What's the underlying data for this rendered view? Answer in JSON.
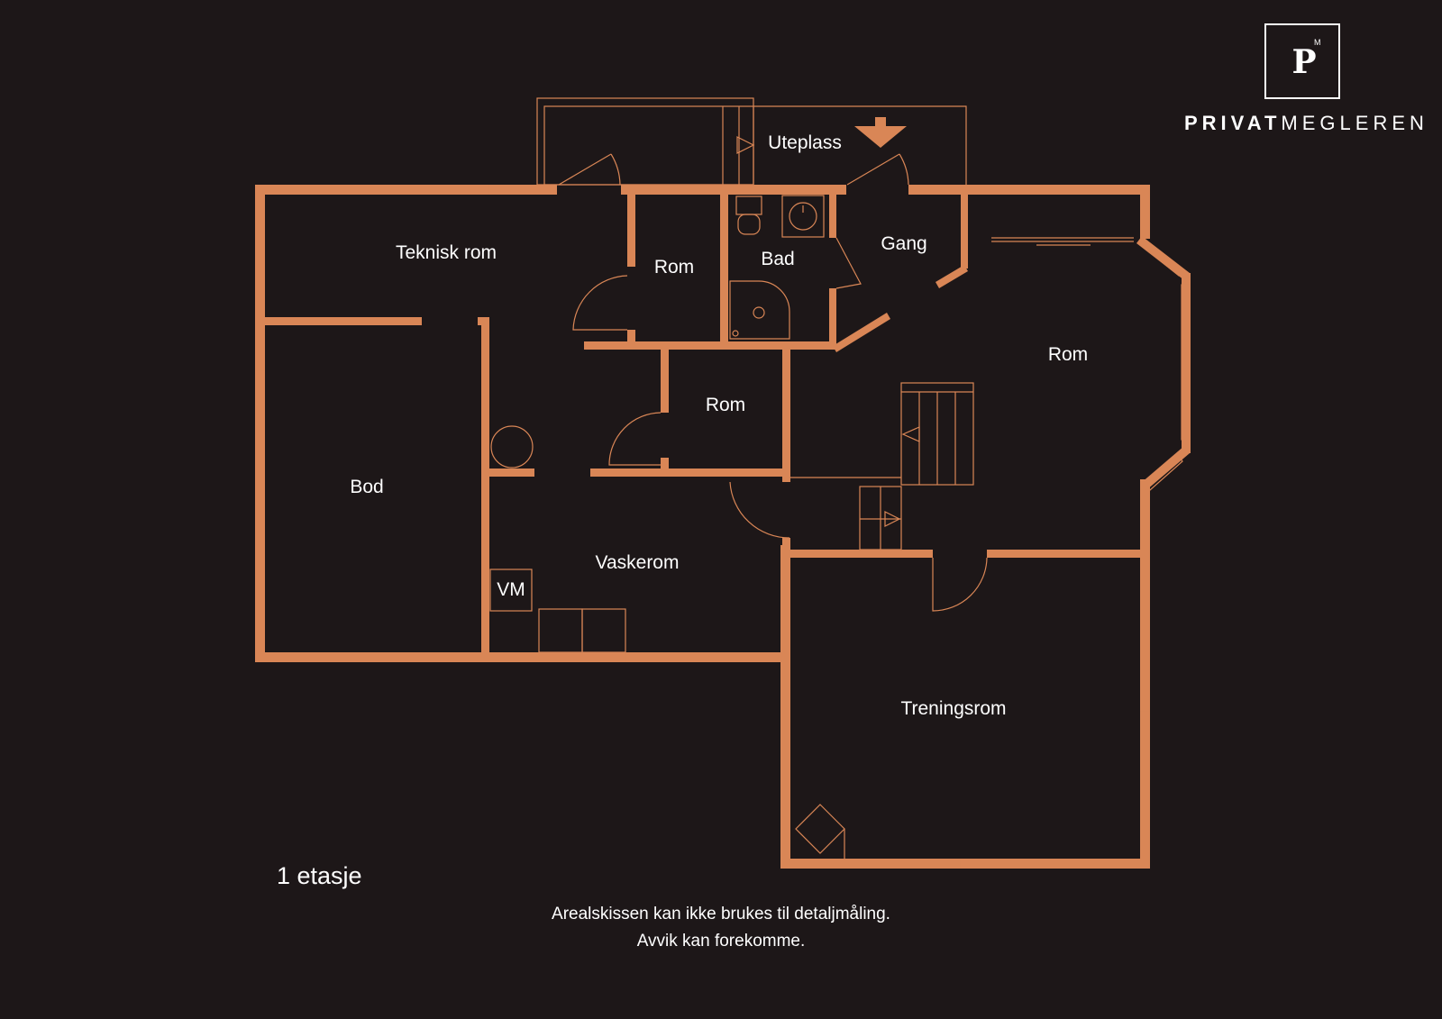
{
  "brand": {
    "logo_mark": "P",
    "logo_superscript": "M",
    "name_bold": "PRIVAT",
    "name_regular": "MEGLEREN"
  },
  "rooms": [
    {
      "id": "teknisk-rom",
      "label": "Teknisk rom"
    },
    {
      "id": "rom-1",
      "label": "Rom"
    },
    {
      "id": "bad",
      "label": "Bad"
    },
    {
      "id": "gang",
      "label": "Gang"
    },
    {
      "id": "uteplass",
      "label": "Uteplass"
    },
    {
      "id": "rom-2",
      "label": "Rom"
    },
    {
      "id": "rom-3",
      "label": "Rom"
    },
    {
      "id": "bod",
      "label": "Bod"
    },
    {
      "id": "vaskerom",
      "label": "Vaskerom"
    },
    {
      "id": "vm",
      "label": "VM"
    },
    {
      "id": "treningsrom",
      "label": "Treningsrom"
    }
  ],
  "floor_label": "1 etasje",
  "disclaimer": {
    "line1": "Arealskissen kan ikke brukes til detaljmåling.",
    "line2": "Avvik kan forekomme."
  },
  "colors": {
    "background": "#1d1718",
    "wall": "#d98656",
    "text": "#ffffff"
  }
}
